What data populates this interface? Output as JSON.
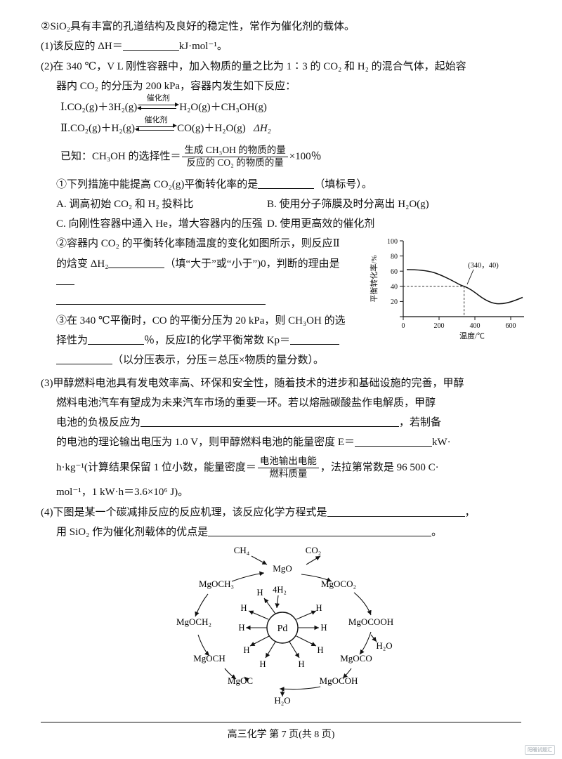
{
  "document": {
    "lines": {
      "item2_sio2": "②SiO₂具有丰富的孔道结构及良好的稳定性，常作为催化剂的载体。",
      "q1": "(1)该反应的 ΔH＝",
      "q1_unit": "kJ·mol⁻¹。",
      "q2_a": "(2)在 340 ℃，V L 刚性容器中，加入物质的量之比为 1∶3 的 CO₂ 和 H₂ 的混合气体，起始容",
      "q2_b": "器内 CO₂ 的分压为 200 kPa，容器内发生如下反应：",
      "eq1_left": "Ⅰ.CO₂(g)＋3H₂(g)",
      "eq1_right": "H₂O(g)＋CH₃OH(g)",
      "eq1_catalyst": "催化剂",
      "eq2_left": "Ⅱ.CO₂(g)＋H₂(g)",
      "eq2_right": "CO(g)＋H₂O(g)",
      "eq2_catalyst": "催化剂",
      "eq2_dh": "ΔH₂",
      "known_prefix": "已知：CH₃OH 的选择性＝",
      "known_num": "生成 CH₃OH 的物质的量",
      "known_den": "反应的 CO₂ 的物质的量",
      "known_suffix": "×100％",
      "sub1": "①下列措施中能提高 CO₂(g)平衡转化率的是",
      "sub1_tail": "（填标号）。",
      "optA": "A. 调高初始 CO₂ 和 H₂ 投料比",
      "optB": "B. 使用分子筛膜及时分离出 H₂O(g)",
      "optC": "C. 向刚性容器中通入 He，增大容器内的压强",
      "optD": "D. 使用更高效的催化剂",
      "sub2_a": "②容器内 CO₂ 的平衡转化率随温度的变化如图所示，则反应Ⅱ",
      "sub2_b_pre": "的焓变 ΔH₂",
      "sub2_b_post": "（填“大于”或“小于”)0，判断的理由是",
      "sub3_a_pre": "③在 340 ℃平衡时，CO 的平衡分压为 20 kPa，则 CH₃OH 的选",
      "sub3_b_pre": "择性为",
      "sub3_b_mid": "％，反应Ⅰ的化学平衡常数 Kp＝",
      "sub3_c": "（以分压表示，分压＝总压×物质的量分数）。",
      "q3_a": "(3)甲醇燃料电池具有发电效率高、环保和安全性，随着技术的进步和基础设施的完善，甲醇",
      "q3_b": "燃料电池汽车有望成为未来汽车市场的重要一环。若以熔融碳酸盐作电解质，甲醇",
      "q3_c_pre": "电池的负极反应为",
      "q3_c_post": "，若制备",
      "q3_d_pre": "的电池的理论输出电压为 1.0 V，则甲醇燃料电池的能量密度 E＝",
      "q3_d_post": "kW·",
      "q3_e_pre": "h·kg⁻¹(计算结果保留 1 位小数，能量密度＝",
      "q3_e_num": "电池输出电能",
      "q3_e_den": "燃料质量",
      "q3_e_post": "，法拉第常数是 96 500 C·",
      "q3_f": "mol⁻¹，1 kW·h＝3.6×10⁶ J)。",
      "q4_a_pre": "(4)下图是某一个碳减排反应的反应机理，该反应化学方程式是",
      "q4_a_post": "，",
      "q4_b_pre": "用 SiO₂ 作为催化剂载体的优点是",
      "q4_b_post": "。"
    },
    "footer": "高三化学  第 7 页(共 8 页)",
    "watermark": "阳暖试题汇"
  },
  "chart_data": {
    "type": "line",
    "title": "",
    "xlabel": "温度/℃",
    "ylabel": "平衡转化率/%",
    "xlim": [
      0,
      680
    ],
    "ylim": [
      0,
      100
    ],
    "xticks": [
      0,
      200,
      400,
      600
    ],
    "yticks": [
      20,
      40,
      60,
      80,
      100
    ],
    "annotation": "(340，40)",
    "marker_point": {
      "x": 340,
      "y": 40
    },
    "guide_lines": "dashed lines from (340,40) to axes",
    "series": [
      {
        "name": "CO₂平衡转化率",
        "points": [
          [
            20,
            62
          ],
          [
            80,
            62
          ],
          [
            150,
            61
          ],
          [
            220,
            58
          ],
          [
            290,
            50
          ],
          [
            340,
            40
          ],
          [
            400,
            30
          ],
          [
            460,
            24
          ],
          [
            520,
            22
          ],
          [
            580,
            23
          ],
          [
            640,
            26
          ]
        ]
      }
    ]
  },
  "mechanism": {
    "center_label": "Pd",
    "top_left_species": "CH₄",
    "top_right_species": "CO₂",
    "ring_species": [
      "MgO",
      "MgOCO₂",
      "MgOCOOH",
      "MgOCO",
      "MgOCOH",
      "MgOC",
      "MgOCH",
      "MgOCH₂",
      "MgOCH₃"
    ],
    "h_labels": [
      "H",
      "H",
      "H",
      "H",
      "H",
      "H",
      "H",
      "H"
    ],
    "h2_label": "4H₂",
    "water_labels": [
      "H₂O",
      "H₂O"
    ]
  }
}
